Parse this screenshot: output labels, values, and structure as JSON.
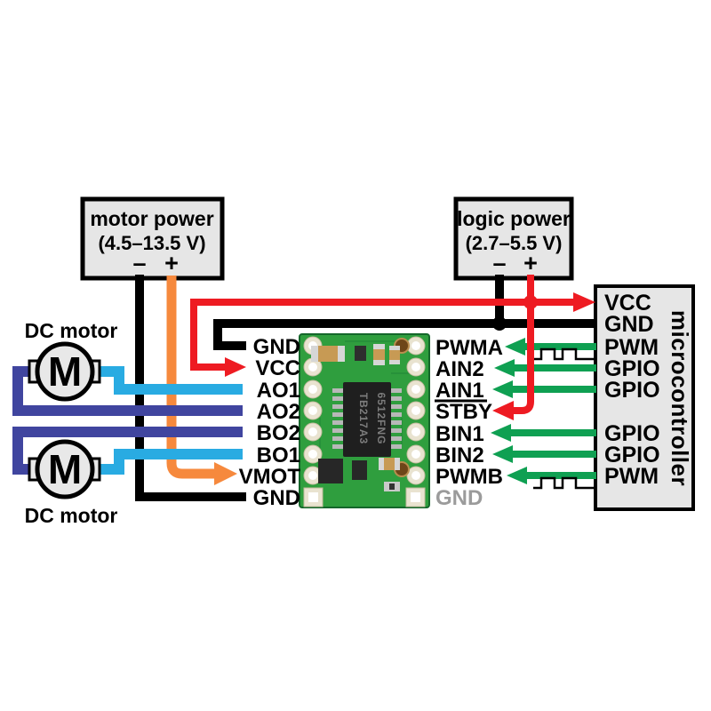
{
  "colors": {
    "wire-black": "#000000",
    "wire-red": "#ee1b22",
    "wire-orange": "#f6893d",
    "wire-green": "#0fa052",
    "wire-lightblue": "#29abe2",
    "wire-darkblue": "#40459f",
    "box-gray": "#e6e6e6",
    "board-green": "#2f9e3e",
    "label-gray": "#9b9b9b"
  },
  "power_boxes": {
    "motor": {
      "title": "motor power",
      "range": "(4.5–13.5 V)",
      "minus": "–",
      "plus": "+"
    },
    "logic": {
      "title": "logic power",
      "range": "(2.7–5.5 V)",
      "minus": "–",
      "plus": "+"
    }
  },
  "motors": {
    "top": "DC motor",
    "bottom": "DC motor",
    "symbol": "M"
  },
  "driver_board": {
    "left_pins": [
      "GND",
      "VCC",
      "AO1",
      "AO2",
      "BO2",
      "BO1",
      "VMOT",
      "GND"
    ],
    "right_pins": [
      "PWMA",
      "AIN2",
      "AIN1",
      "STBY",
      "BIN1",
      "BIN2",
      "PWMB",
      "GND"
    ],
    "chip_marking": [
      "TB217A3",
      "6512FNG"
    ]
  },
  "microcontroller": {
    "title": "microcontroller",
    "pins": [
      "VCC",
      "GND",
      "PWM",
      "GPIO",
      "GPIO",
      "GPIO",
      "GPIO",
      "PWM"
    ]
  }
}
